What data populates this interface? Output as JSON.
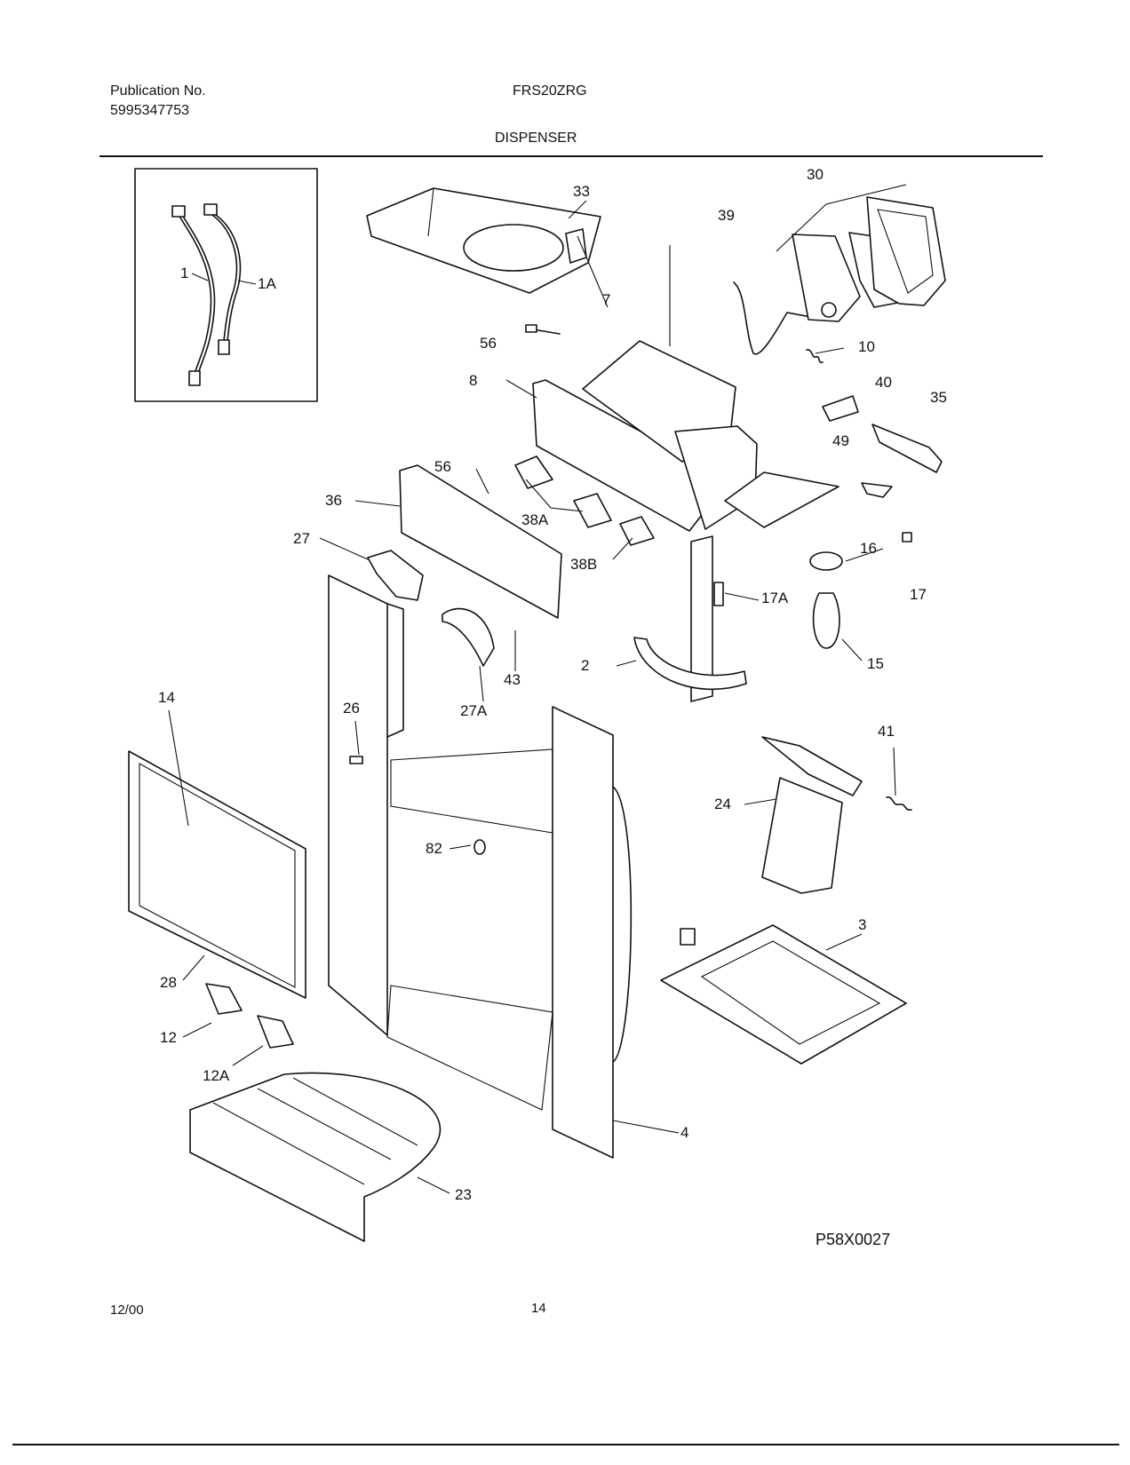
{
  "header": {
    "publication_label": "Publication No.",
    "publication_number": "5995347753",
    "model": "FRS20ZRG",
    "section_title": "DISPENSER"
  },
  "diagram": {
    "reference_code": "P58X0027",
    "callouts": {
      "c1": "1",
      "c1A": "1A",
      "c2": "2",
      "c3": "3",
      "c4": "4",
      "c7": "7",
      "c8": "8",
      "c10": "10",
      "c12": "12",
      "c12A": "12A",
      "c14": "14",
      "c15": "15",
      "c16": "16",
      "c17": "17",
      "c17A": "17A",
      "c23": "23",
      "c24": "24",
      "c26": "26",
      "c27": "27",
      "c27A": "27A",
      "c28": "28",
      "c30": "30",
      "c33": "33",
      "c35": "35",
      "c36": "36",
      "c38A": "38A",
      "c38B": "38B",
      "c39": "39",
      "c40": "40",
      "c41": "41",
      "c43": "43",
      "c49": "49",
      "c56a": "56",
      "c56b": "56",
      "c82": "82"
    }
  },
  "footer": {
    "date": "12/00",
    "page_number": "14"
  }
}
